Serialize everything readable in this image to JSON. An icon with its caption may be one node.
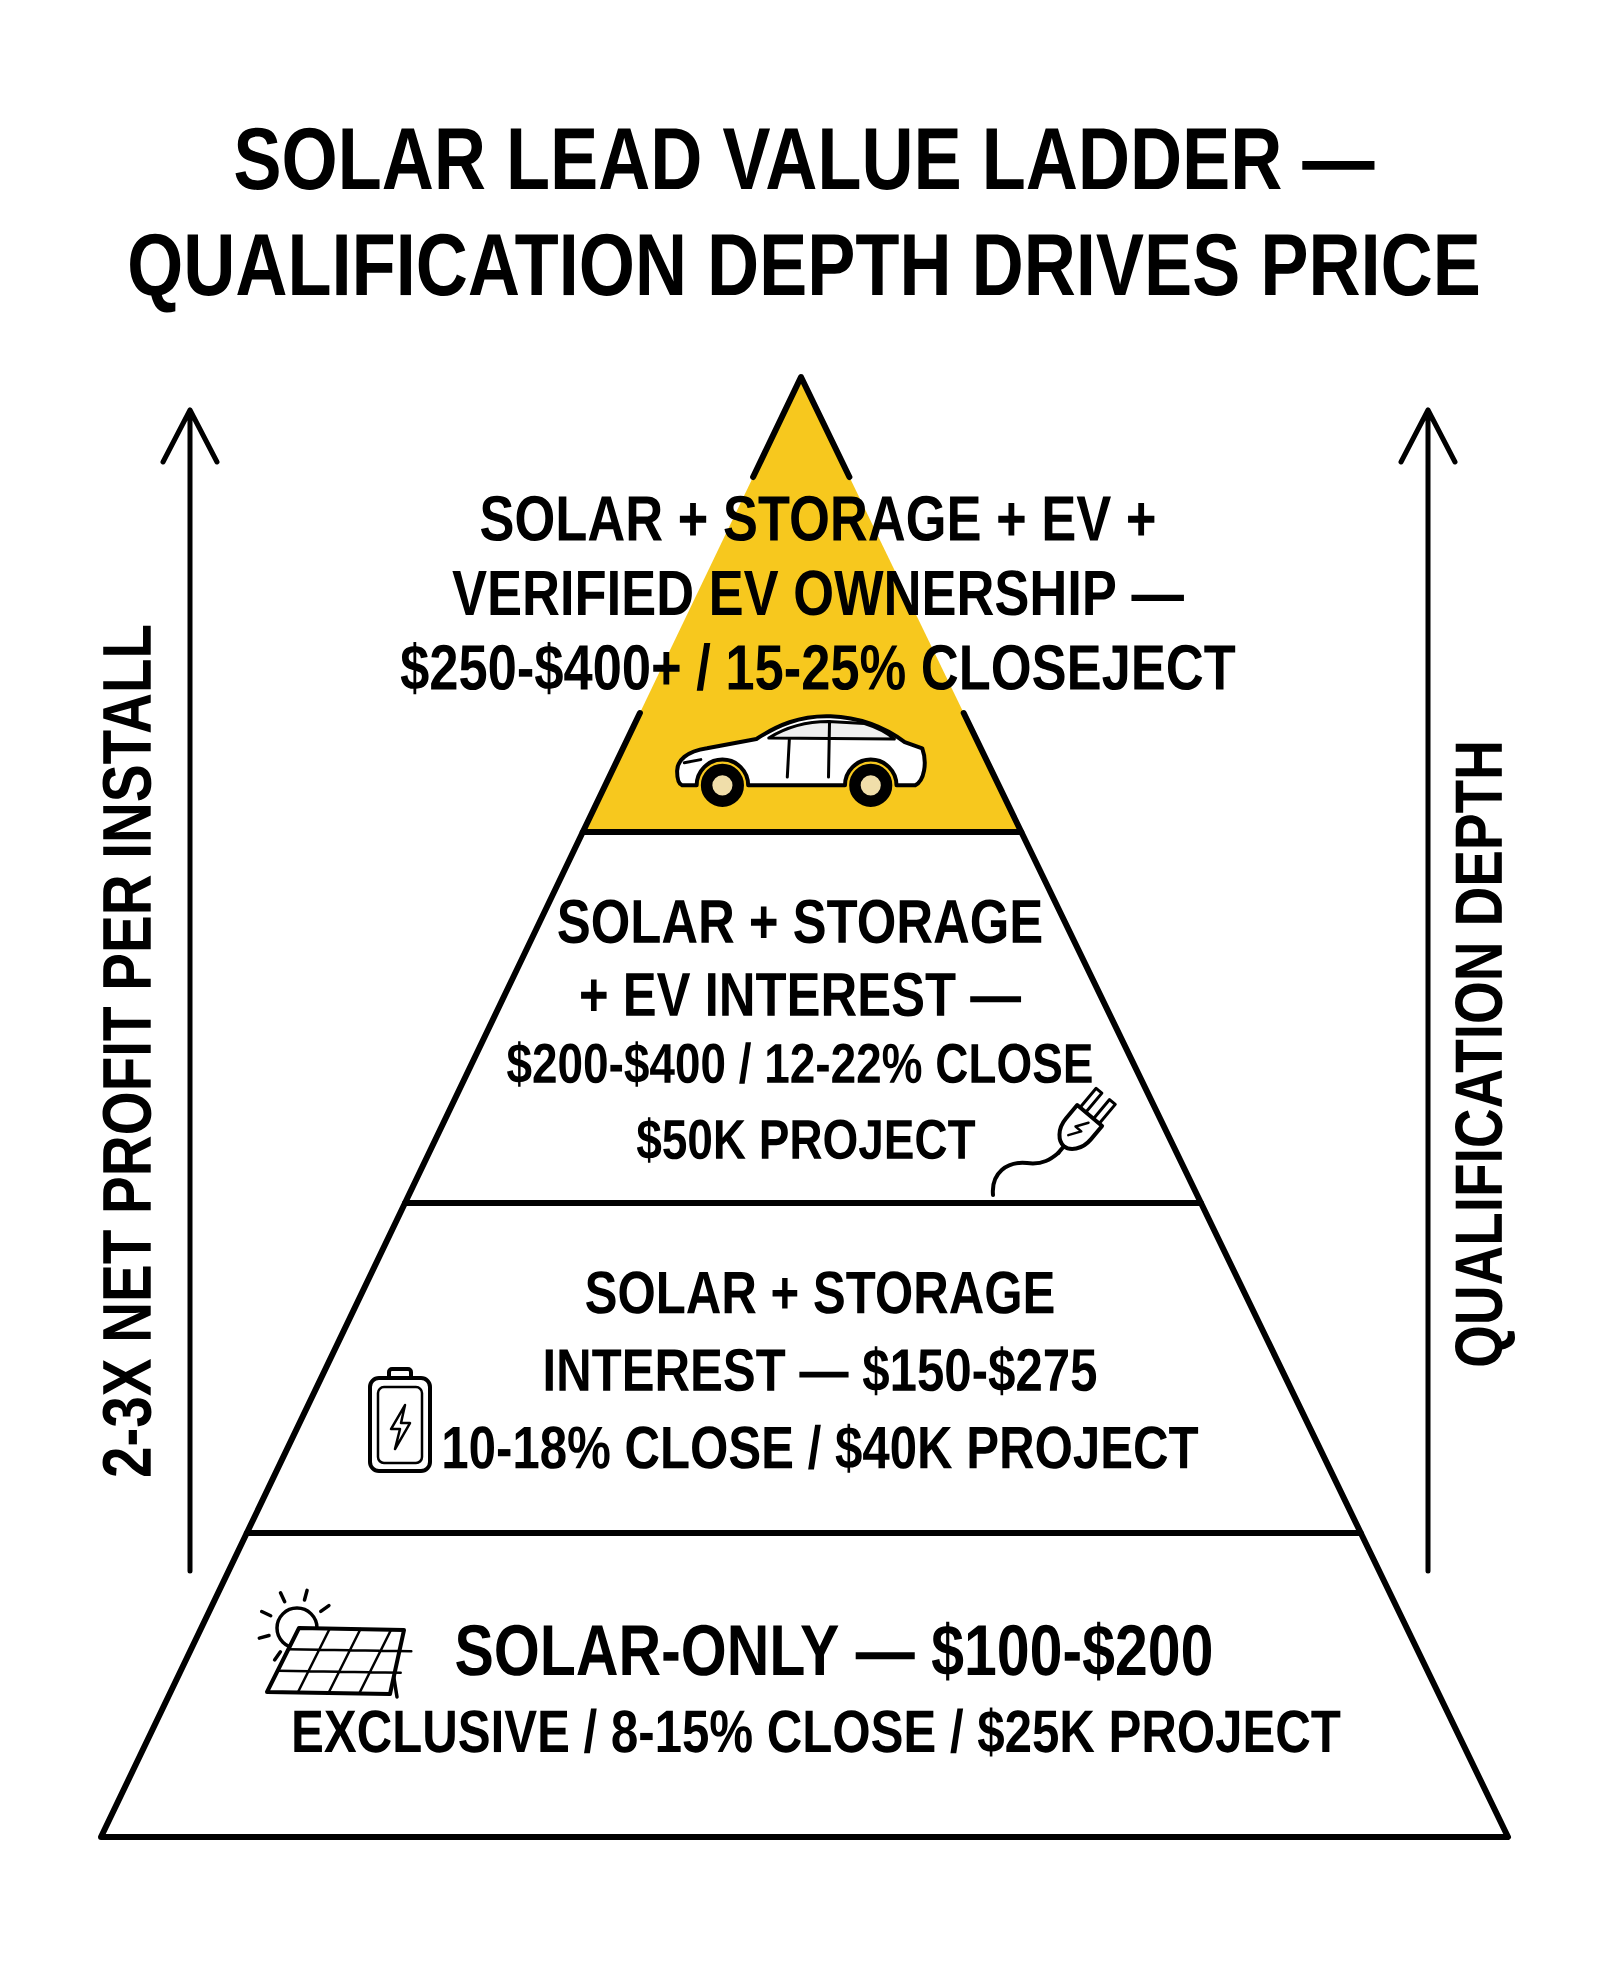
{
  "diagram": {
    "title": "SOLAR LEAD VALUE LADDER — QUALIFICATION DEPTH DRIVES PRICE",
    "nodes": [
      {
        "text": [
          "SOLAR + STORAGE + EV + VERIFIED EV OWNERSHIP — $250-$400+ / 15-25% CLOSEJECT"
        ]
      },
      {
        "text": [
          "SOLAR + STORAGE + EV INTEREST —",
          "$200-$400 / 12-22% CLOSE",
          "$50K PROJECT"
        ]
      },
      {
        "text": [
          "SOLAR + STORAGE INTEREST — $150-$275 10-18% CLOSE / $40K PROJECT"
        ]
      },
      {
        "text": [
          "SOLAR-ONLY — $100-$200",
          "EXCLUSIVE / 8-15% CLOSE / $25K PROJECT"
        ]
      }
    ],
    "labels": [
      "2-3X NET PROFIT PER INSTALL",
      "QUALIFICATION DEPTH"
    ]
  }
}
